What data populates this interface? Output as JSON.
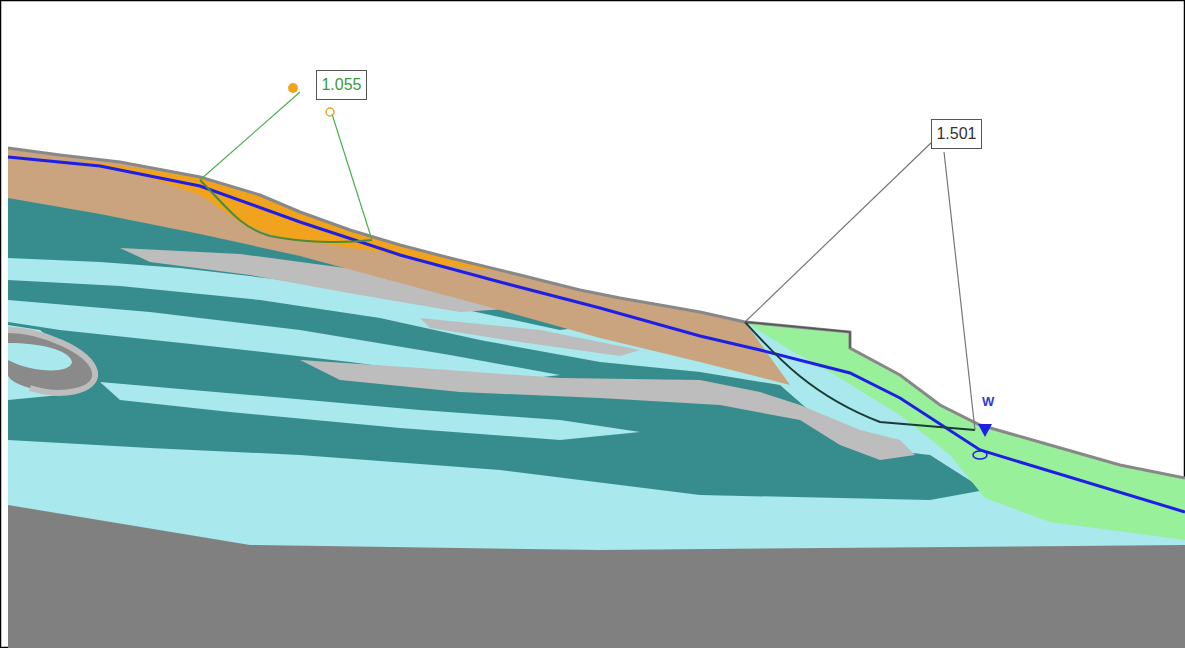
{
  "diagram": {
    "nodes": [
      {
        "text": [
          "1.055"
        ]
      },
      {
        "text": [
          "1.501"
        ]
      }
    ],
    "labels": [
      "W"
    ]
  }
}
